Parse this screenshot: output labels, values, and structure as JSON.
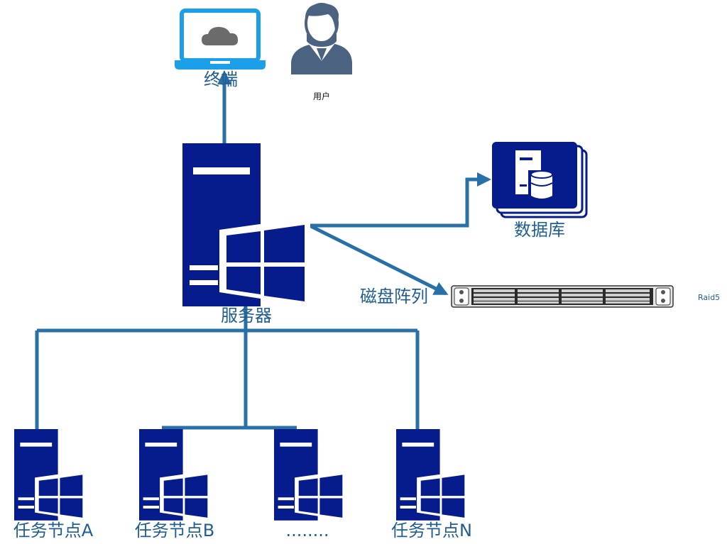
{
  "labels": {
    "terminal": "终端",
    "user": "用户",
    "server": "服务器",
    "database": "数据库",
    "disk_array": "磁盘阵列",
    "raid": "Raid5",
    "node_a": "任务节点A",
    "node_b": "任务节点B",
    "node_dots": "........",
    "node_n": "任务节点N"
  },
  "colors": {
    "server_blue": "#071c8c",
    "line_blue": "#2a70a8",
    "laptop_blue": "#1a9fe8",
    "user_slate": "#4b6380",
    "cloud_grey": "#6b6b6b"
  },
  "icons": {
    "terminal": "laptop-cloud-icon",
    "user": "user-avatar-icon",
    "server": "windows-server-icon",
    "database": "database-server-icon",
    "disk_array": "rack-disk-array-icon"
  }
}
